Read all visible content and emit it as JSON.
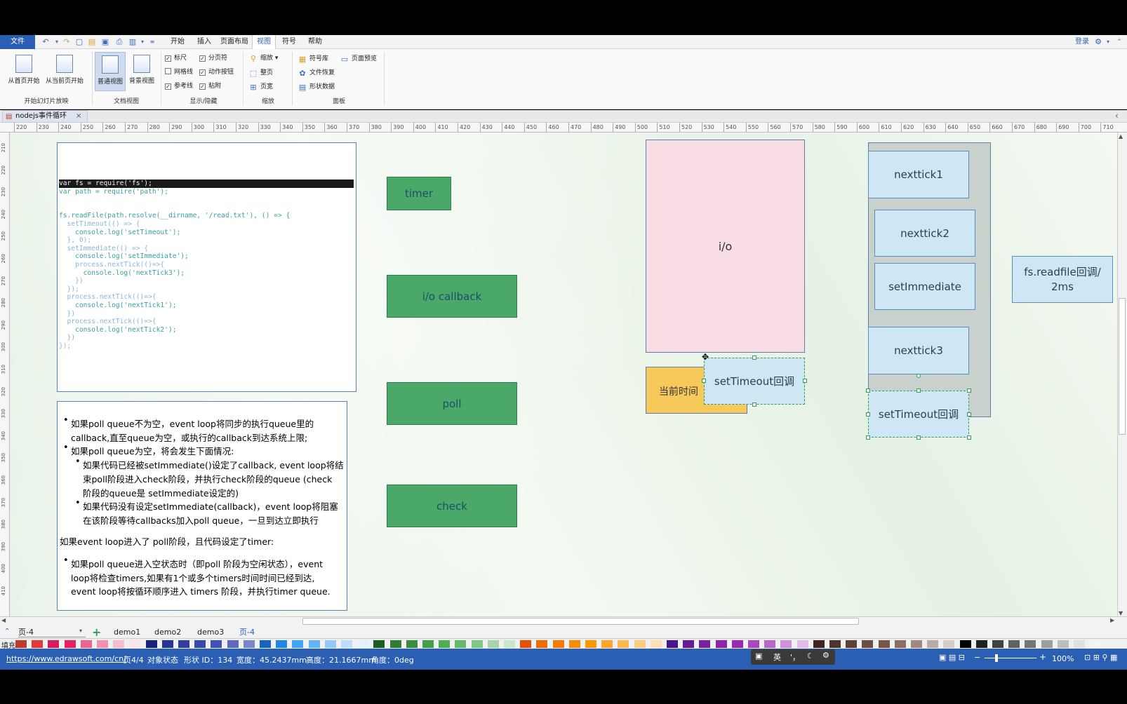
{
  "menu": {
    "file": "文件",
    "items": [
      "开始",
      "插入",
      "页面布局",
      "视图",
      "符号",
      "帮助"
    ],
    "active_index": 3,
    "login": "登录"
  },
  "ribbon": {
    "from_first": "从首页开始",
    "from_current": "从当前页开始",
    "group_slideshow": "开始幻灯片放映",
    "normal_view": "普通视图",
    "bg_view": "背景视图",
    "group_docview": "文档视图",
    "chk_ruler": "标尺",
    "chk_pagebreak": "分页符",
    "chk_grid": "网格线",
    "chk_action": "动作按钮",
    "chk_guide": "参考线",
    "chk_snap": "粘附",
    "group_show": "显示/隐藏",
    "zoom": "缩放",
    "fit_page": "整页",
    "fit_width": "页宽",
    "group_zoom": "缩放",
    "symbol_lib": "符号库",
    "page_preview": "页面预览",
    "file_recover": "文件恢复",
    "shape_data": "形状数据",
    "group_panel": "面板"
  },
  "doc_tab": {
    "title": "nodejs事件循环",
    "close": "×"
  },
  "ruler_h": [
    "220",
    "230",
    "240",
    "250",
    "260",
    "270",
    "280",
    "290",
    "300",
    "310",
    "320",
    "330",
    "340",
    "350",
    "360",
    "370",
    "380",
    "390",
    "400",
    "410",
    "420",
    "430",
    "440",
    "450",
    "460",
    "470",
    "480",
    "490",
    "500",
    "510",
    "520",
    "530",
    "540",
    "550",
    "560",
    "570",
    "580",
    "590",
    "600",
    "610",
    "620",
    "630",
    "640",
    "650",
    "660",
    "670",
    "680",
    "690",
    "700",
    "710"
  ],
  "ruler_v": [
    "210",
    "220",
    "230",
    "240",
    "250",
    "260",
    "270",
    "280",
    "290",
    "300",
    "310",
    "320",
    "330",
    "340",
    "350",
    "360",
    "370",
    "380",
    "390",
    "400",
    "410"
  ],
  "code_lines": [
    "var fs = require('fs');",
    "var path = require('path');",
    "",
    "",
    "fs.readFile(path.resolve(__dirname, '/read.txt'), () => {",
    "  setTimeout(() => {",
    "    console.log('setTimeout');",
    "  }, 0);",
    "  setImmediate(() => {",
    "    console.log('setImmediate');",
    "    process.nextTick(()=>{",
    "      console.log('nextTick3');",
    "    })",
    "  });",
    "  process.nextTick(()=>{",
    "    console.log('nextTick1');",
    "  })",
    "  process.nextTick(()=>{",
    "    console.log('nextTick2');",
    "  })",
    "});"
  ],
  "notes": {
    "b1_l1": "如果poll queue不为空，event loop将同步的执行queue里的",
    "b1_l2": "callback,直至queue为空，或执行的callback到达系统上限;",
    "b2": "如果poll queue为空，将会发生下面情况:",
    "b3_l1": "如果代码已经被setImmediate()设定了callback, event loop将结",
    "b3_l2": "束poll阶段进入check阶段，并执行check阶段的queue (check",
    "b3_l3": "阶段的queue是 setImmediate设定的)",
    "b4_l1": "如果代码没有设定setImmediate(callback)，event loop将阻塞",
    "b4_l2": "在该阶段等待callbacks加入poll queue，一旦到达立即执行",
    "p1": "如果event loop进入了 poll阶段，且代码设定了timer:",
    "b5_l1": "如果poll queue进入空状态时（即poll 阶段为空闲状态），event",
    "b5_l2": "loop将检查timers,如果有1个或多个timers时间时间已经到达,",
    "b5_l3": "event loop将按循环顺序进入 timers 阶段，并执行timer queue."
  },
  "shapes": {
    "timer": "timer",
    "io_callback": "i/o callback",
    "poll": "poll",
    "check": "check",
    "io": "i/o",
    "current_time": "当前时间",
    "set_timeout_cb": "setTimeout回调",
    "nexttick1": "nexttick1",
    "nexttick2": "nexttick2",
    "set_immediate": "setImmediate",
    "nexttick3": "nexttick3",
    "set_timeout_cb2": "setTimeout回调",
    "fs_readfile_l1": "fs.readfile回调/",
    "fs_readfile_l2": "2ms"
  },
  "pages": {
    "current": "页-4",
    "tabs": [
      "demo1",
      "demo2",
      "demo3",
      "页-4"
    ],
    "active_index": 3
  },
  "palette_label": "填充",
  "palette": [
    "#c0392b",
    "#e53935",
    "#d81b60",
    "#e91e63",
    "#f06292",
    "#f48fb1",
    "#f8bbd0",
    "#fce4ec",
    "#1a237e",
    "#283593",
    "#303f9f",
    "#3949ab",
    "#3f51b5",
    "#5c6bc0",
    "#7986cb",
    "#1565c0",
    "#1e88e5",
    "#42a5f5",
    "#64b5f6",
    "#90caf9",
    "#bbdefb",
    "#e3f2fd",
    "#1b5e20",
    "#2e7d32",
    "#388e3c",
    "#43a047",
    "#4caf50",
    "#66bb6a",
    "#81c784",
    "#a5d6a7",
    "#c8e6c9",
    "#e65100",
    "#ef6c00",
    "#f57c00",
    "#fb8c00",
    "#ff9800",
    "#ffa726",
    "#ffb74d",
    "#ffcc80",
    "#ffe0b2",
    "#4a148c",
    "#6a1b9a",
    "#7b1fa2",
    "#8e24aa",
    "#9c27b0",
    "#ab47bc",
    "#ba68c8",
    "#ce93d8",
    "#e1bee7",
    "#3e2723",
    "#4e342e",
    "#5d4037",
    "#6d4c41",
    "#795548",
    "#8d6e63",
    "#a1887f",
    "#bcaaa4",
    "#d7ccc8",
    "#000000",
    "#212121",
    "#424242",
    "#616161",
    "#757575",
    "#9e9e9e",
    "#bdbdbd",
    "#e0e0e0",
    "#f5f5f5"
  ],
  "status": {
    "url": "https://www.edrawsoft.com/cn/",
    "page": "页4/4",
    "object_state": "对象状态",
    "shape_id": "形状 ID：134",
    "width": "宽度：45.2437mm",
    "height": "高度：21.1667mm",
    "angle": "角度：0deg",
    "zoom": "100%",
    "ime_lang": "英"
  }
}
